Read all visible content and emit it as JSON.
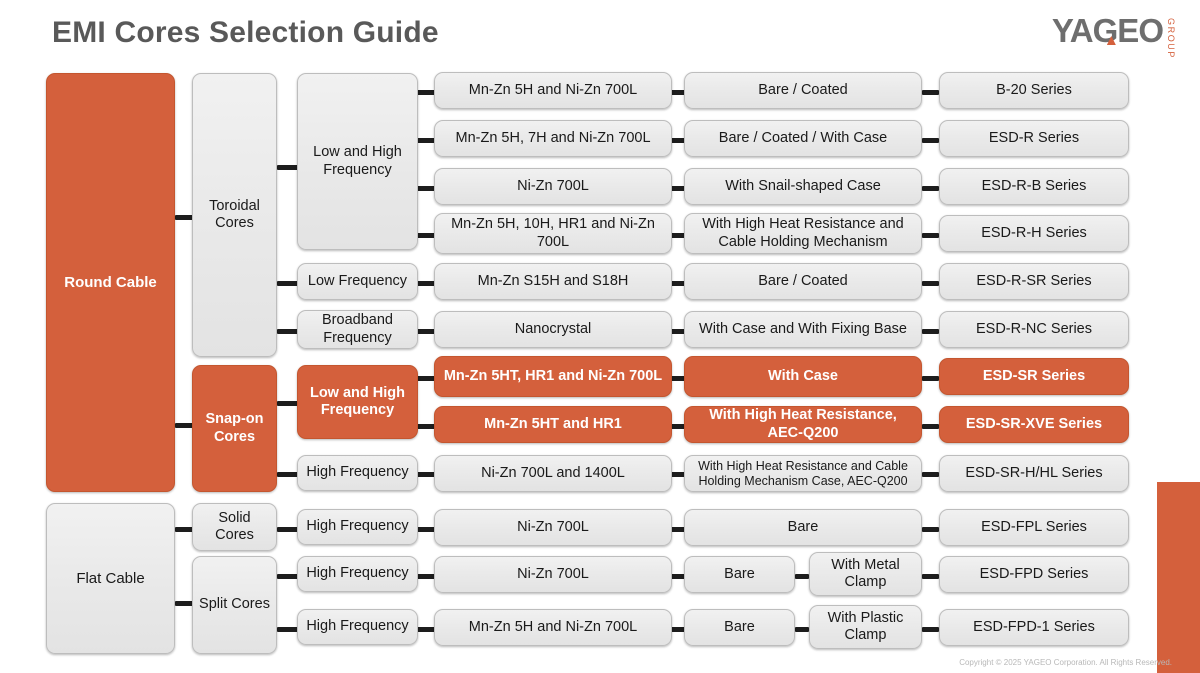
{
  "header": {
    "title": "EMI Cores Selection Guide",
    "logo_word": "YAGEO",
    "logo_sub": "GROUP"
  },
  "footer": {
    "copyright": "Copyright © 2025 YAGEO Corporation. All Rights Reserved."
  },
  "colors": {
    "accent_orange": "#d4603c",
    "node_gray": "#eaeaea",
    "title_gray": "#595959",
    "connector": "#1d1d1d"
  },
  "groups": {
    "round_cable": "Round Cable",
    "flat_cable": "Flat Cable",
    "toroidal_cores": "Toroidal Cores",
    "snap_on_cores": "Snap-on Cores",
    "solid_cores": "Solid Cores",
    "split_cores": "Split Cores"
  },
  "frequency": {
    "toroidal_low_high": "Low and High Frequency",
    "toroidal_low": "Low Frequency",
    "toroidal_broadband": "Broadband Frequency",
    "snapon_low_high": "Low and High Frequency",
    "snapon_high": "High Frequency",
    "solid_high": "High Frequency",
    "split_high_1": "High Frequency",
    "split_high_2": "High Frequency"
  },
  "rows": [
    {
      "material": "Mn-Zn 5H and Ni-Zn 700L",
      "construction": "Bare / Coated",
      "series": "B-20 Series",
      "highlight": false
    },
    {
      "material": "Mn-Zn 5H, 7H and Ni-Zn 700L",
      "construction": "Bare / Coated / With Case",
      "series": "ESD-R Series",
      "highlight": false
    },
    {
      "material": "Ni-Zn 700L",
      "construction": "With Snail-shaped Case",
      "series": "ESD-R-B Series",
      "highlight": false
    },
    {
      "material": "Mn-Zn 5H, 10H, HR1 and Ni-Zn 700L",
      "construction": "With High Heat Resistance and Cable Holding Mechanism",
      "series": "ESD-R-H Series",
      "highlight": false
    },
    {
      "material": "Mn-Zn S15H and S18H",
      "construction": "Bare / Coated",
      "series": "ESD-R-SR Series",
      "highlight": false
    },
    {
      "material": "Nanocrystal",
      "construction": "With Case and With Fixing Base",
      "series": "ESD-R-NC Series",
      "highlight": false
    },
    {
      "material": "Mn-Zn 5HT, HR1 and Ni-Zn 700L",
      "construction": "With Case",
      "series": "ESD-SR Series",
      "highlight": true
    },
    {
      "material": "Mn-Zn 5HT and HR1",
      "construction": "With High Heat Resistance, AEC-Q200",
      "series": "ESD-SR-XVE Series",
      "highlight": true
    },
    {
      "material": "Ni-Zn 700L and 1400L",
      "construction": "With High Heat Resistance and Cable Holding Mechanism Case, AEC-Q200",
      "series": "ESD-SR-H/HL Series",
      "highlight": false
    },
    {
      "material": "Ni-Zn 700L",
      "construction": "Bare",
      "construction2": null,
      "series": "ESD-FPL Series",
      "highlight": false
    },
    {
      "material": "Ni-Zn 700L",
      "construction": "Bare",
      "construction2": "With Metal Clamp",
      "series": "ESD-FPD Series",
      "highlight": false
    },
    {
      "material": "Mn-Zn 5H and Ni-Zn 700L",
      "construction": "Bare",
      "construction2": "With Plastic Clamp",
      "series": "ESD-FPD-1 Series",
      "highlight": false
    }
  ]
}
